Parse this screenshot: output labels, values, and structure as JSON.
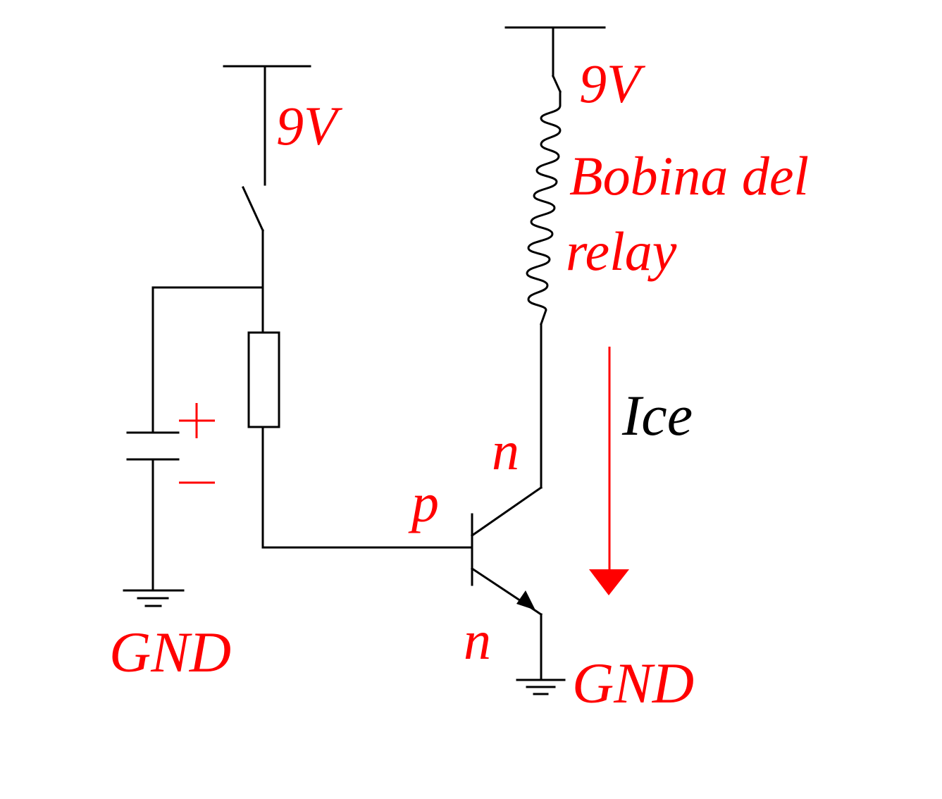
{
  "labels": {
    "supply_left": "9V",
    "supply_right": "9V",
    "coil_line1": "Bobina del",
    "coil_line2": "relay",
    "current": "Ice",
    "collector": "n",
    "base": "p",
    "emitter": "n",
    "gnd_left": "GND",
    "gnd_right": "GND",
    "cap_plus": "+",
    "cap_minus": "−"
  },
  "colors": {
    "annotation": "#ff0000",
    "wire": "#000000",
    "current_label": "#000000"
  }
}
